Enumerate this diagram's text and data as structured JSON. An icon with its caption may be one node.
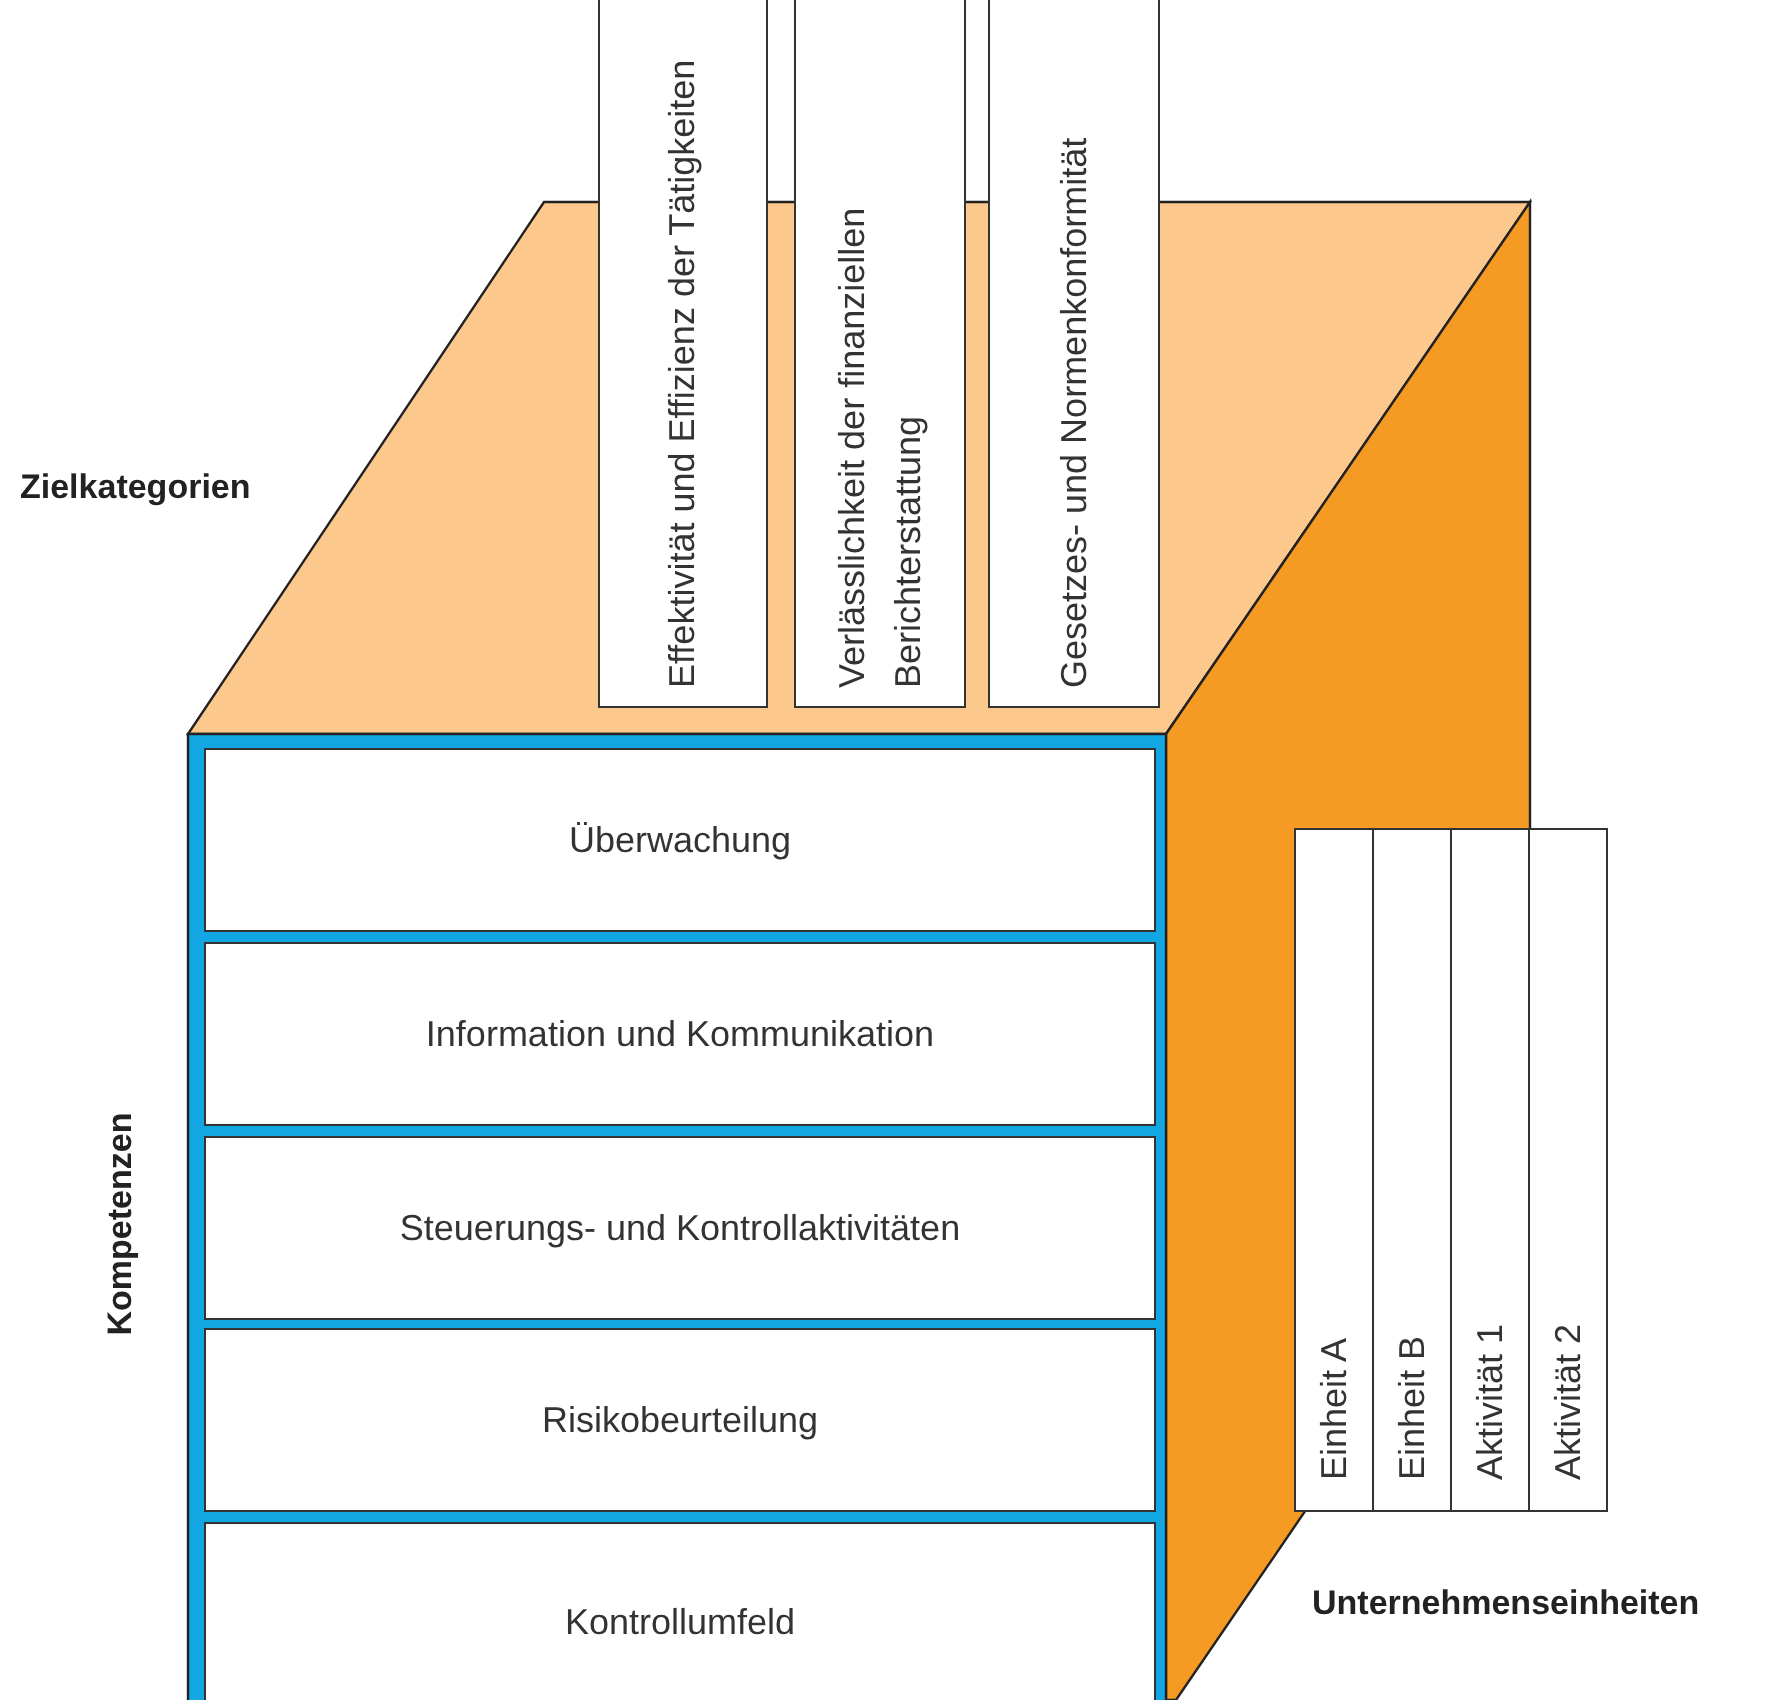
{
  "diagram": {
    "nodes": [
      {
        "text": [
          "Effektivität und Effizienz der Tätigkeiten"
        ]
      },
      {
        "text": [
          "Verlässlichkeit der finanziellen Berichterstattung"
        ]
      },
      {
        "text": [
          "Gesetzes- und Normenkonformität"
        ]
      },
      {
        "text": [
          "Überwachung"
        ]
      },
      {
        "text": [
          "Information und Kommunikation"
        ]
      },
      {
        "text": [
          "Steuerungs- und Kontrollaktivitäten"
        ]
      },
      {
        "text": [
          "Risikobeurteilung"
        ]
      },
      {
        "text": [
          "Kontrollumfeld"
        ]
      },
      {
        "text": [
          "Einheit A"
        ]
      },
      {
        "text": [
          "Einheit B"
        ]
      },
      {
        "text": [
          "Aktivität 1"
        ]
      },
      {
        "text": [
          "Aktivität 2"
        ]
      }
    ],
    "labels": [
      "Zielkategorien",
      "Kompetenzen",
      "Unternehmenseinheiten"
    ]
  }
}
